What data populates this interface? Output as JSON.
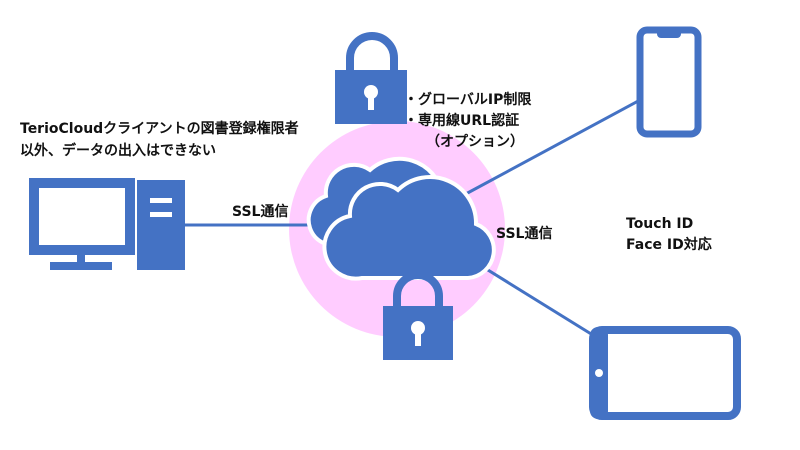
{
  "colors": {
    "device_blue": "#4472C4",
    "cloud_blue": "#4472C4",
    "halo_pink": "#FFCCFF",
    "line_blue": "#4472C4"
  },
  "icons": [
    "desktop-pc-icon",
    "cloud-icon",
    "padlock-icon",
    "smartphone-icon",
    "tablet-icon"
  ],
  "labels": {
    "access_note_line1": "TerioCloudクライアントの図書登録権限者",
    "access_note_line2": "以外、データの出入はできない",
    "security_item1": "・グローバルIP制限",
    "security_item2": "・専用線URL認証",
    "security_item3": "（オプション）",
    "ssl_left": "SSL通信",
    "ssl_right": "SSL通信",
    "auth_line1": "Touch ID",
    "auth_line2": "Face ID対応"
  }
}
